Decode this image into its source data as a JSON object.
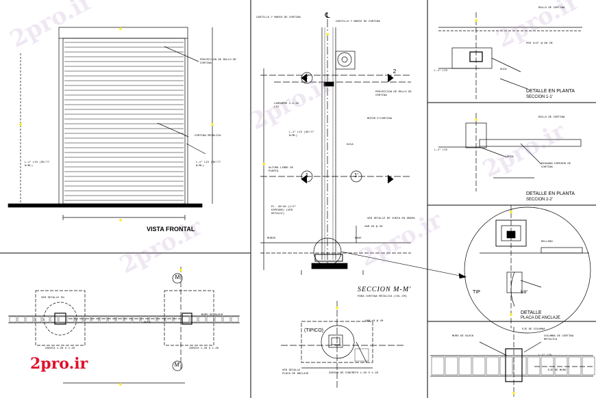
{
  "views": {
    "front": {
      "title": "VISTA FRONTAL",
      "n1": "PROYECCION DE ROLLO DE CORTINA",
      "n2": "CORTINA METALICA",
      "n3": "L-1\" LIV (SE/77 N/ML)",
      "n4": "L-1\" LIV (SE/77 N/ML)"
    },
    "plan": {
      "n1": "VER DETALLE EN",
      "n2": "MURO DE BLOCK",
      "n3": "GUIA",
      "n4": "ZAPATA 1.20 X 1.20",
      "n5": "ZAPATA 1.20 X 1.20",
      "m1": "M",
      "m2": "M'"
    },
    "section": {
      "title": "SECCION M-M'",
      "subtitle": "PARA CORTINA METALICA (COL-CM)",
      "n1": "CASTILLO Y MARCO DE CORTINA",
      "n2": "CASTILLO Y MARCO DE CORTINA",
      "n3": "PROYECCION DE ROLLO DE CORTINA",
      "n4": "LARGUERO 2-4-10 LIV",
      "n5": "MOTOR P/CORTINA",
      "n6": "GUIA",
      "n7": "L-1\" LIV (SE/77 N/ML)",
      "n8": "ALTURA LIBRE DE PUERTA",
      "n9": "PL. 40*40 (1/2\" ESPESOR) (VER DETALLE)",
      "n10": "VER DETALLE DE JUNTA EN GRAPA",
      "n11": "MUROS",
      "n12": "NAVE",
      "n13": "VAR #3 @ 20",
      "b1": "2'",
      "b2": "2",
      "b3": "1",
      "b4": "1'",
      "cl": "℄"
    },
    "anchor_small": {
      "title": "VER DETALLE PLACA DE ANCLAJE",
      "tag": "(TIPICO)",
      "n1": "VAR #3 @ 20",
      "n2": "ZAPATA DE CONCRETO 1.20 X 1.20"
    },
    "det1": {
      "title": "DETALLE EN PLANTA",
      "sub": "SECCION 1-1'",
      "n1": "ROLLO DE CORTINA",
      "n2": "PER 3/8\" @ 60 CM",
      "n3": "L-1\" LIV",
      "n4": "GUIA"
    },
    "det2": {
      "title": "DETALLE EN PLANTA",
      "sub": "SECCION 2-2'",
      "n1": "ROLLO DE CORTINA",
      "n2": "L-1\" LIV",
      "n3": "GUIA",
      "n4": "BISAGRA ESPESOR DE CORTINA"
    },
    "det3": {
      "title": "DETALLE",
      "sub": "PLACA DE ANCLAJE",
      "n1": "TIP",
      "n2": "5/8\"",
      "n3": "RELLENO"
    },
    "det4": {
      "n1": "EJE DE COLUMNA",
      "n2": "MURO DE BLOCK",
      "n3": "COLUMNA DE CORTINA METALICA",
      "n4": "L-1\" LIV",
      "n5": "EJE DE MURO"
    }
  },
  "watermark": "2pro.ir",
  "logo": "2pro.ir",
  "colors": {
    "line": "#000000",
    "accent": "#ffeb3b",
    "logo": "#e0102a",
    "watermark": "#c8a8d8"
  }
}
